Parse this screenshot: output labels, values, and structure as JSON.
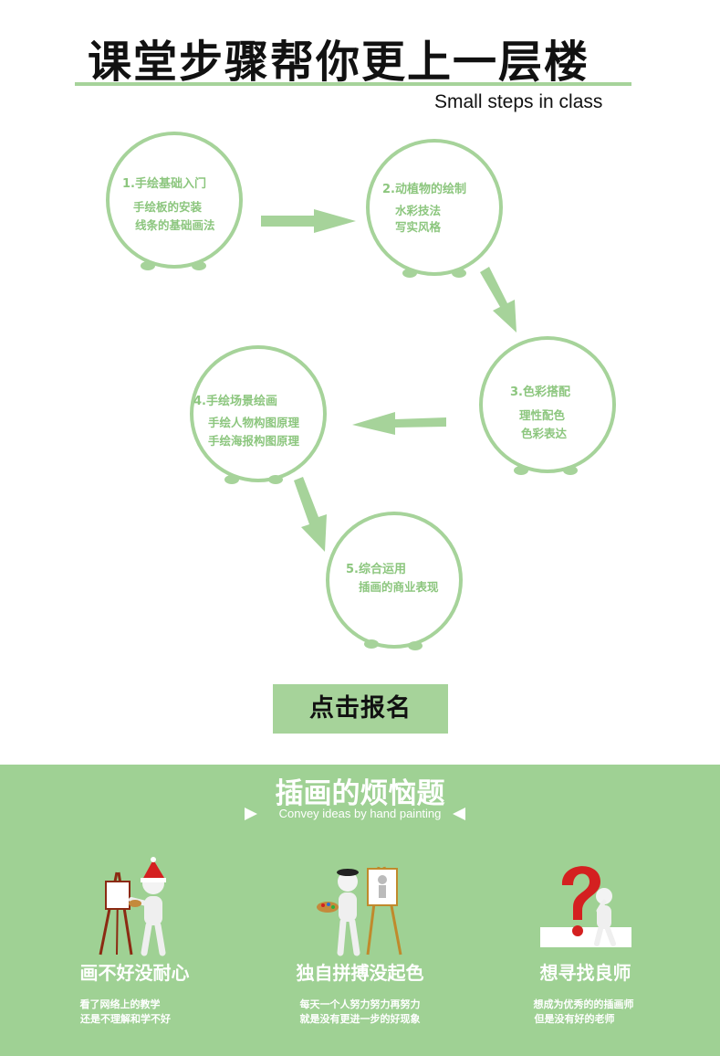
{
  "header": {
    "title": "课堂步骤帮你更上一层楼",
    "subtitle": "Small steps in class"
  },
  "steps": [
    {
      "title": "1.手绘基础入门",
      "lines": [
        "手绘板的安装",
        "线条的基础画法"
      ]
    },
    {
      "title": "2.动植物的绘制",
      "lines": [
        "水彩技法",
        "写实风格"
      ]
    },
    {
      "title": "3.色彩搭配",
      "lines": [
        "理性配色",
        "色彩表达"
      ]
    },
    {
      "title": "4.手绘场景绘画",
      "lines": [
        "手绘人物构图原理",
        "手绘海报构图原理"
      ]
    },
    {
      "title": "5.综合运用",
      "lines": [
        "插画的商业表现"
      ]
    }
  ],
  "cta": {
    "label": "点击报名"
  },
  "section": {
    "title": "插画的烦恼题",
    "subtitle": "Convey ideas by hand painting",
    "items": [
      {
        "heading": "画不好没耐心",
        "lines": [
          "看了网络上的教学",
          "还是不理解和学不好"
        ]
      },
      {
        "heading": "独自拼搏没起色",
        "lines": [
          "每天一个人努力努力再努力",
          "就是没有更进一步的好现象"
        ]
      },
      {
        "heading": "想寻找良师",
        "lines": [
          "想成为优秀的的插画师",
          "但是没有好的老师"
        ]
      }
    ]
  },
  "colors": {
    "accent": "#a6d39a",
    "accent_text": "#8cc67e",
    "section_bg": "#9fd194",
    "question_red": "#d42020"
  }
}
